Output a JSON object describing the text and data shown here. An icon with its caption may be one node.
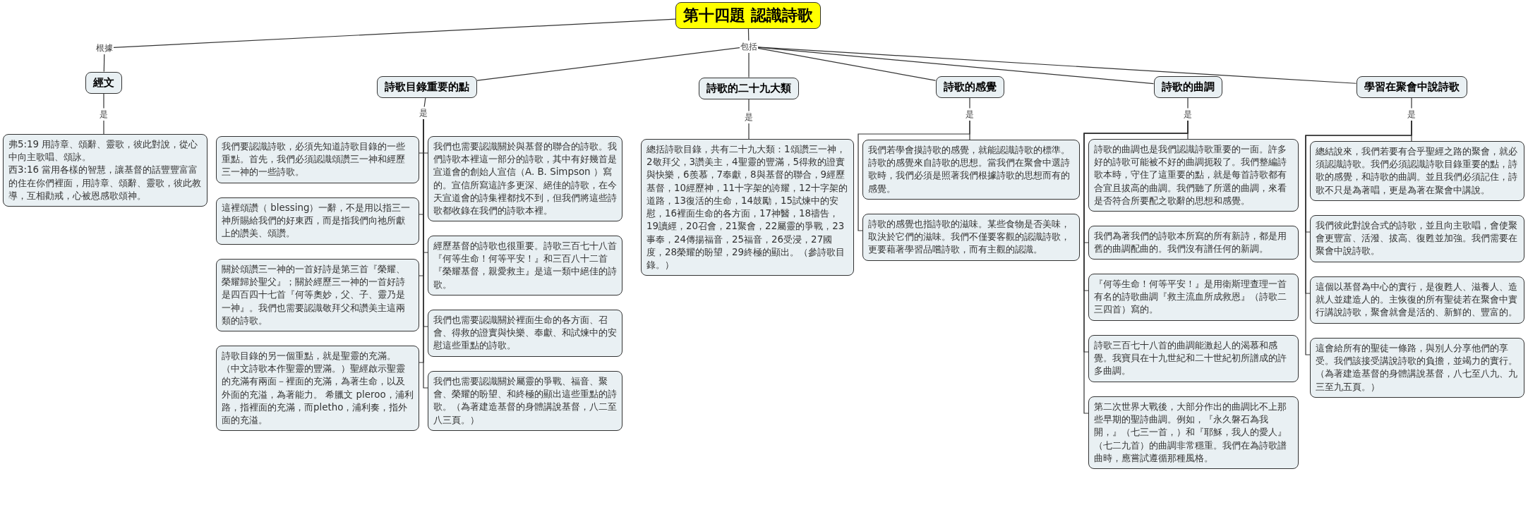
{
  "diagram": {
    "nodes": [
      {
        "text": [
          "第十四題 認識詩歌"
        ]
      },
      {
        "text": [
          "根據"
        ]
      },
      {
        "text": [
          "包括"
        ]
      },
      {
        "text": [
          "經文"
        ]
      },
      {
        "text": [
          "詩歌目錄重要的點"
        ]
      },
      {
        "text": [
          "詩歌的二十九大類"
        ]
      },
      {
        "text": [
          "詩歌的感覺"
        ]
      },
      {
        "text": [
          "詩歌的曲調"
        ]
      },
      {
        "text": [
          "學習在聚會中說詩歌"
        ]
      },
      {
        "text": [
          "是"
        ]
      },
      {
        "text": [
          "弗5:19 用詩章、頌辭、靈歌，彼此對說，從心中向主歌唱、頌詠。",
          "西3:16 當用各樣的智慧，讓基督的話豐豐富富的住在你們裡面，用詩章、頌辭、靈歌，彼此教導，互相勸戒，心被恩感歌頌神。"
        ]
      },
      {
        "text": [
          "是"
        ]
      },
      {
        "text": [
          "我們要認識詩歌，必須先知道詩歌目錄的一些重點。首先，我們必須認識頌讚三一神和經歷三一神的一些詩歌。"
        ]
      },
      {
        "text": [
          "這裡頌讚（ blessing）一辭，不是用以指三一神所賜給我們的好東西，而是指我們向祂所獻上的讚美、頌讚。"
        ]
      },
      {
        "text": [
          "關於頌讚三一神的一首好詩是第三首『榮耀、榮耀歸於聖父』；關於經歷三一神的一首好詩是四百四十七首『何等奧妙，父、子、靈乃是一神』。我們也需要認識敬拜父和讚美主這兩類的詩歌。"
        ]
      },
      {
        "text": [
          "詩歌目錄的另一個重點，就是聖靈的充滿。（中文詩歌本作聖靈的豐滿。）聖經啟示聖靈的充滿有兩面－裡面的充滿，為著生命，以及外面的充溢，為著能力。 希臘文 pleroo，浦利路，指裡面的充滿，而pletho，浦利奏，指外面的充溢。"
        ]
      },
      {
        "text": [
          "我們也需要認識關於與基督的聯合的詩歌。我們詩歌本裡這一部分的詩歌，其中有好幾首是宣道會的創始人宣信（A. B. Simpson ）寫的。宣信所寫這許多更深、絕佳的詩歌，在今天宣道會的詩集裡都找不到，但我們將這些詩歌都收錄在我們的詩歌本裡。"
        ]
      },
      {
        "text": [
          "經歷基督的詩歌也很重要。詩歌三百七十八首『何等生命！何等平安！』和三百八十二首『榮耀基督，親愛救主』是這一類中絕佳的詩歌。"
        ]
      },
      {
        "text": [
          "我們也需要認識關於裡面生命的各方面、召會、得救的證實與快樂、奉獻、和試煉中的安慰這些重點的詩歌。"
        ]
      },
      {
        "text": [
          "我們也需要認識關於屬靈的爭戰、福音、聚會、榮耀的盼望、和終極的顯出這些重點的詩歌。（為著建造基督的身體講說基督，八二至八三頁。）"
        ]
      },
      {
        "text": [
          "是"
        ]
      },
      {
        "text": [
          "總括詩歌目錄，共有二十九大類：1頌讚三一神，2敬拜父，3讚美主，4聖靈的豐滿，5得救的證實與快樂，6羨慕，7奉獻，8與基督的聯合，9經歷基督，10經歷神，11十字架的誇耀，12十字架的道路，13復活的生命，14鼓勵，15試煉中的安慰，16裡面生命的各方面，17神醫，18禱告，19讀經，20召會，21聚會，22屬靈的爭戰，23事奉，24傳揚福音，25福音，26受浸，27國度，28榮耀的盼望，29終極的顯出。（參詩歌目錄。）"
        ]
      },
      {
        "text": [
          "是"
        ]
      },
      {
        "text": [
          "我們若學會摸詩歌的感覺，就能認識詩歌的標準。詩歌的感覺來自詩歌的思想。當我們在聚會中選詩歌時，我們必須是照著我們根據詩歌的思想而有的感覺。"
        ]
      },
      {
        "text": [
          "詩歌的感覺也指詩歌的滋味。某些食物是否美味，取決於它們的滋味。我們不僅要客觀的認識詩歌，更要藉著學習品嚐詩歌，而有主觀的認識。"
        ]
      },
      {
        "text": [
          "是"
        ]
      },
      {
        "text": [
          "詩歌的曲調也是我們認識詩歌重要的一面。許多好的詩歌可能被不好的曲調扼殺了。我們整編詩歌本時，守住了這重要的點，就是每首詩歌都有合宜且拔高的曲調。我們聽了所選的曲調，來看是否符合所要配之歌辭的思想和感覺。"
        ]
      },
      {
        "text": [
          "我們為著我們的詩歌本所寫的所有新詩，都是用舊的曲調配曲的。我們沒有譜任何的新調。"
        ]
      },
      {
        "text": [
          "『何等生命！何等平安！』是用衛斯理查理一首有名的詩歌曲調『救主流血所成救恩』（詩歌二三四首）寫的。"
        ]
      },
      {
        "text": [
          "詩歌三百七十八首的曲調能激起人的渴慕和感覺。我寶貝在十九世紀和二十世紀初所譜成的許多曲調。"
        ]
      },
      {
        "text": [
          "第二次世界大戰後，大部分作出的曲調比不上那些早期的聖詩曲調。例如，『永久磐石為我開，』（七三一首，）和『耶穌，我人的愛人』（七二九首）的曲調非常穩重。我們在為詩歌譜曲時，應嘗試遵循那種風格。"
        ]
      },
      {
        "text": [
          "是"
        ]
      },
      {
        "text": [
          "總結說來，我們若要有合乎聖經之路的聚會，就必須認識詩歌。我們必須認識詩歌目錄重要的點，詩歌的感覺，和詩歌的曲調。並且我們必須記住，詩歌不只是為著唱，更是為著在聚會中講說。"
        ]
      },
      {
        "text": [
          "我們彼此對說合式的詩歌，並且向主歌唱，會使聚會更豐富、活潑、拔高、復甦並加強。我們需要在聚會中說詩歌。"
        ]
      },
      {
        "text": [
          "這個以基督為中心的實行，是復甦人、滋養人、造就人並建造人的。主恢復的所有聖徒若在聚會中實行講說詩歌，聚會就會是活的、新鮮的、豐富的。"
        ]
      },
      {
        "text": [
          "這會給所有的聖徒一條路，與別人分享他們的享受。我們該接受講說詩歌的負擔，並竭力的實行。（為著建造基督的身體講說基督，八七至八九、九三至九五頁。）"
        ]
      }
    ],
    "edges": [
      {
        "from": 0,
        "to": 1,
        "arrow": "none"
      },
      {
        "from": 1,
        "to": 3,
        "arrow": "none"
      },
      {
        "from": 0,
        "to": 2,
        "arrow": "none"
      },
      {
        "from": 2,
        "to": 4,
        "arrow": "none"
      },
      {
        "from": 2,
        "to": 5,
        "arrow": "none"
      },
      {
        "from": 2,
        "to": 6,
        "arrow": "none"
      },
      {
        "from": 2,
        "to": 7,
        "arrow": "none"
      },
      {
        "from": 2,
        "to": 8,
        "arrow": "none"
      },
      {
        "from": 3,
        "to": 9,
        "arrow": "none"
      },
      {
        "from": 9,
        "to": 10,
        "arrow": "none"
      },
      {
        "from": 4,
        "to": 11,
        "arrow": "none"
      },
      {
        "from": 11,
        "to": 12,
        "arrow": "none"
      },
      {
        "from": 11,
        "to": 13,
        "arrow": "none"
      },
      {
        "from": 11,
        "to": 14,
        "arrow": "none"
      },
      {
        "from": 11,
        "to": 15,
        "arrow": "none"
      },
      {
        "from": 11,
        "to": 16,
        "arrow": "none"
      },
      {
        "from": 11,
        "to": 17,
        "arrow": "none"
      },
      {
        "from": 11,
        "to": 18,
        "arrow": "none"
      },
      {
        "from": 11,
        "to": 19,
        "arrow": "none"
      },
      {
        "from": 5,
        "to": 20,
        "arrow": "none"
      },
      {
        "from": 20,
        "to": 21,
        "arrow": "none"
      },
      {
        "from": 6,
        "to": 22,
        "arrow": "none"
      },
      {
        "from": 22,
        "to": 23,
        "arrow": "none"
      },
      {
        "from": 22,
        "to": 24,
        "arrow": "none"
      },
      {
        "from": 7,
        "to": 25,
        "arrow": "none"
      },
      {
        "from": 25,
        "to": 26,
        "arrow": "none"
      },
      {
        "from": 25,
        "to": 27,
        "arrow": "none"
      },
      {
        "from": 25,
        "to": 28,
        "arrow": "none"
      },
      {
        "from": 25,
        "to": 29,
        "arrow": "none"
      },
      {
        "from": 25,
        "to": 30,
        "arrow": "none"
      },
      {
        "from": 8,
        "to": 31,
        "arrow": "none"
      },
      {
        "from": 31,
        "to": 32,
        "arrow": "none"
      },
      {
        "from": 31,
        "to": 33,
        "arrow": "none"
      },
      {
        "from": 31,
        "to": 34,
        "arrow": "none"
      },
      {
        "from": 31,
        "to": 35,
        "arrow": "none"
      }
    ]
  }
}
